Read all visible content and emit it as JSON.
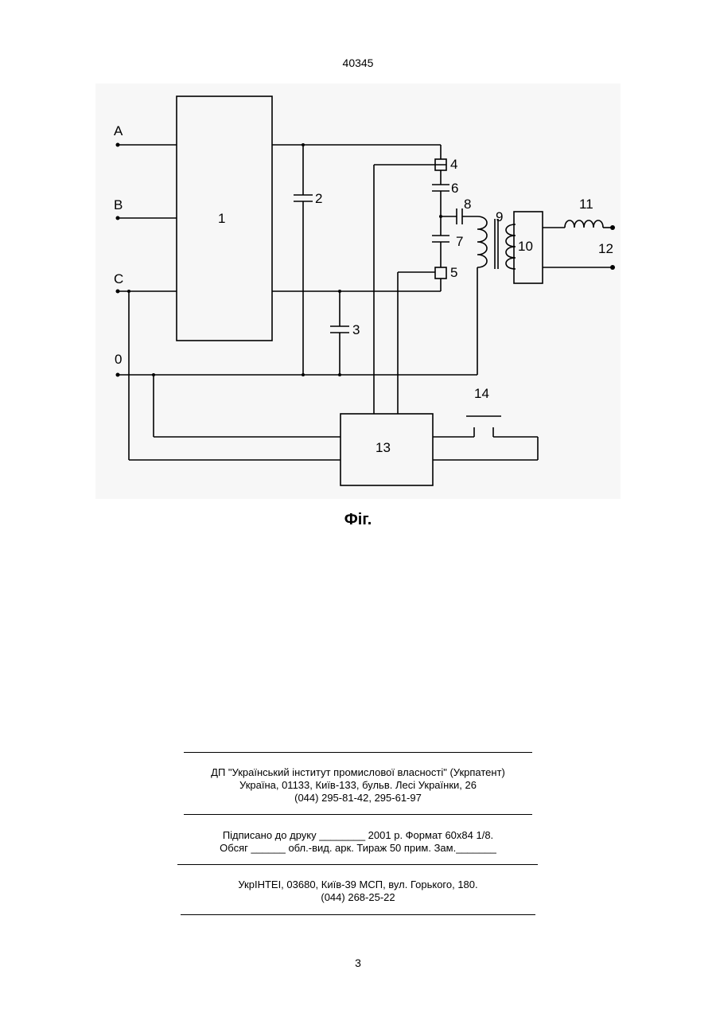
{
  "header": {
    "doc_number": "40345"
  },
  "figure": {
    "caption": "Фіг.",
    "terminals": [
      "A",
      "B",
      "C",
      "0"
    ],
    "components": {
      "block_1": "1",
      "cap_2": "2",
      "cap_3": "3",
      "switch_4": "4",
      "switch_5": "5",
      "cap_6": "6",
      "cap_7": "7",
      "cap_8": "8",
      "transformer_9": "9",
      "rectifier_10": "10",
      "inductor_11": "11",
      "output_12": "12",
      "control_13": "13",
      "button_14": "14"
    }
  },
  "imprint": {
    "org_line": "ДП \"Український інститут промислової власності\" (Укрпатент)",
    "address_line": "Україна, 01133, Київ-133, бульв. Лесі Українки, 26",
    "phone_line": "(044) 295-81-42, 295-61-97",
    "print_line_1": "Підписано до друку ________ 2001 р.    Формат 60х84 1/8.",
    "print_line_2": "Обсяг ______ обл.-вид. арк.   Тираж 50 прим.    Зам._______",
    "printer_line": "УкрІНТЕІ, 03680, Київ-39 МСП, вул. Горького, 180.",
    "printer_phone": "(044) 268-25-22"
  },
  "footer": {
    "page_number": "3"
  }
}
